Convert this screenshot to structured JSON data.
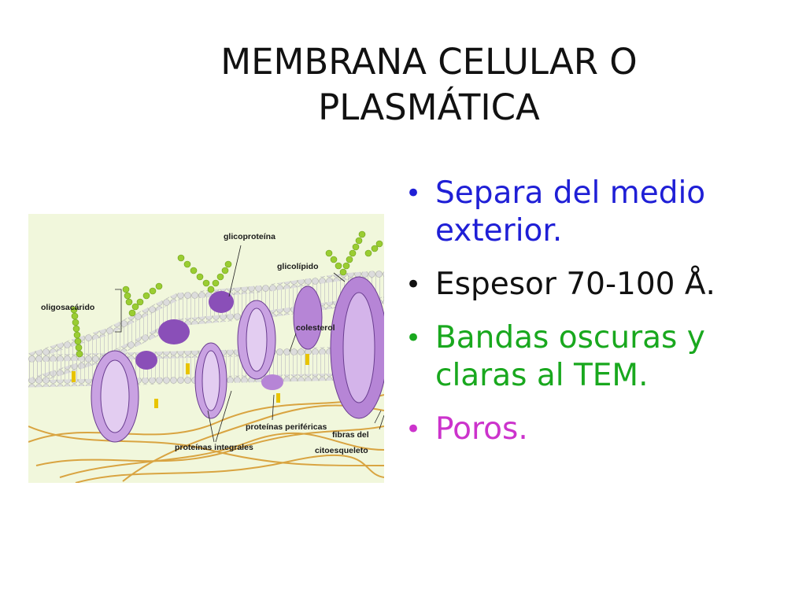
{
  "slide": {
    "title_line1": "MEMBRANA CELULAR O",
    "title_line2": "PLASMÁTICA"
  },
  "bullets": [
    {
      "text": "Separa del medio exterior.",
      "color": "#1f1fd6"
    },
    {
      "text": "Espesor 70-100 Å.",
      "color": "#111111"
    },
    {
      "text": "Bandas oscuras y claras al TEM.",
      "color": "#19a81e"
    },
    {
      "text": "Poros.",
      "color": "#cc33cc"
    }
  ],
  "bullet_glyph": "•",
  "diagram": {
    "labels": {
      "glycoprotein": "glicoproteína",
      "glycolipid": "glicolípido",
      "oligosaccharide": "oligosacárido",
      "cholesterol": "colesterol",
      "peripheral_proteins": "proteínas periféricas",
      "integral_proteins": "proteínas integrales",
      "cytoskeleton_line1": "fibras del",
      "cytoskeleton_line2": "citoesqueleto"
    },
    "colors": {
      "background": "#f1f7dc",
      "lipid_head": "#dcdcdc",
      "protein": "#b685d6",
      "protein_dark": "#8a4fb8",
      "sugar": "#9acd32",
      "fiber": "#d9a441",
      "cholesterol": "#e8c400"
    }
  }
}
